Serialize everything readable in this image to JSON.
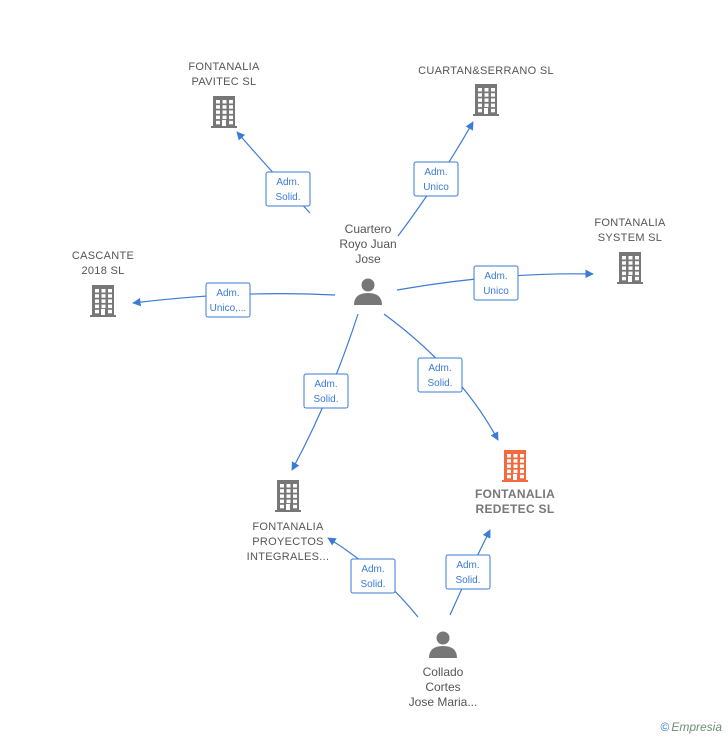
{
  "companies": [
    {
      "id": "pavitec",
      "lines": [
        "FONTANALIA",
        "PAVITEC  SL"
      ],
      "focus": false
    },
    {
      "id": "cuartan",
      "lines": [
        "CUARTAN&SERRANO SL"
      ],
      "focus": false
    },
    {
      "id": "system",
      "lines": [
        "FONTANALIA",
        "SYSTEM  SL"
      ],
      "focus": false
    },
    {
      "id": "cascante",
      "lines": [
        "CASCANTE",
        "2018  SL"
      ],
      "focus": false
    },
    {
      "id": "proyectos",
      "lines": [
        "FONTANALIA",
        "PROYECTOS",
        "INTEGRALES..."
      ],
      "focus": false
    },
    {
      "id": "redetec",
      "lines": [
        "FONTANALIA",
        "REDETEC  SL"
      ],
      "focus": true
    }
  ],
  "persons": [
    {
      "id": "cuartero",
      "lines": [
        "Cuartero",
        "Royo Juan",
        "Jose"
      ]
    },
    {
      "id": "collado",
      "lines": [
        "Collado",
        "Cortes",
        "Jose Maria..."
      ]
    }
  ],
  "edges": [
    {
      "from": "cuartero",
      "to": "pavitec",
      "lines": [
        "Adm.",
        "Solid."
      ]
    },
    {
      "from": "cuartero",
      "to": "cuartan",
      "lines": [
        "Adm.",
        "Unico"
      ]
    },
    {
      "from": "cuartero",
      "to": "system",
      "lines": [
        "Adm.",
        "Unico"
      ]
    },
    {
      "from": "cuartero",
      "to": "cascante",
      "lines": [
        "Adm.",
        "Unico,..."
      ]
    },
    {
      "from": "cuartero",
      "to": "proyectos",
      "lines": [
        "Adm.",
        "Solid."
      ]
    },
    {
      "from": "cuartero",
      "to": "redetec",
      "lines": [
        "Adm.",
        "Solid."
      ]
    },
    {
      "from": "collado",
      "to": "proyectos",
      "lines": [
        "Adm.",
        "Solid."
      ]
    },
    {
      "from": "collado",
      "to": "redetec",
      "lines": [
        "Adm.",
        "Solid."
      ]
    }
  ],
  "colors": {
    "building": "#777777",
    "focus_building": "#f26a3d",
    "person": "#777777",
    "edge": "#3a7bd5"
  },
  "brand": {
    "copyright": "©",
    "name": "Empresia"
  }
}
